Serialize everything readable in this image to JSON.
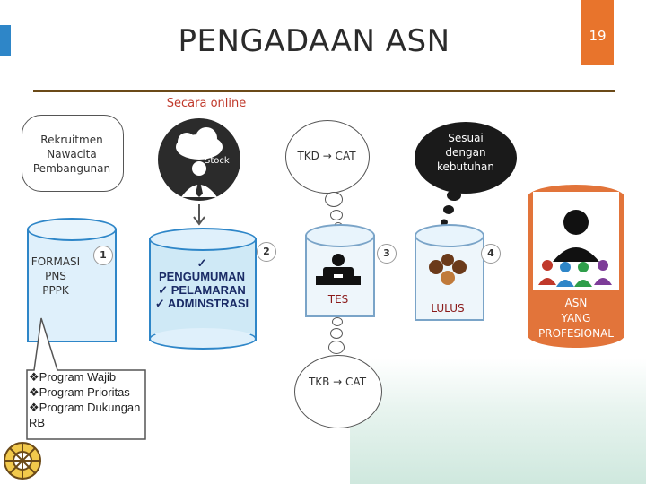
{
  "slide": {
    "number": "19",
    "title": "PENGADAAN  ASN",
    "subtitle": "Secara online"
  },
  "rekruitmen": {
    "lines": [
      "Rekruitmen",
      "Nawacita",
      "Pembangunan"
    ]
  },
  "formasi": {
    "badge": "1",
    "lines": [
      "FORMASI",
      "PNS",
      "PPPK"
    ]
  },
  "program": {
    "items": [
      "Program Wajib",
      "Program Prioritas",
      "Program Dukungan RB"
    ]
  },
  "cloud": {
    "label": "Stock"
  },
  "step2": {
    "badge": "2",
    "items": [
      "PENGUMUMAN",
      "PELAMARAN",
      "ADMINSTRASI"
    ]
  },
  "tkd": {
    "text": "TKD → CAT"
  },
  "step3": {
    "badge": "3",
    "label": "TES"
  },
  "tkb": {
    "text": "TKB → CAT"
  },
  "sesuai": {
    "lines": [
      "Sesuai",
      "dengan",
      "kebutuhan"
    ]
  },
  "step4": {
    "badge": "4",
    "label": "LULUS"
  },
  "result": {
    "lines": [
      "ASN",
      "YANG",
      "PROFESIONAL"
    ]
  },
  "colors": {
    "accent": "#e8742c",
    "blue": "#2e86c8",
    "red": "#c0392b",
    "maroon": "#8b1a1a"
  }
}
